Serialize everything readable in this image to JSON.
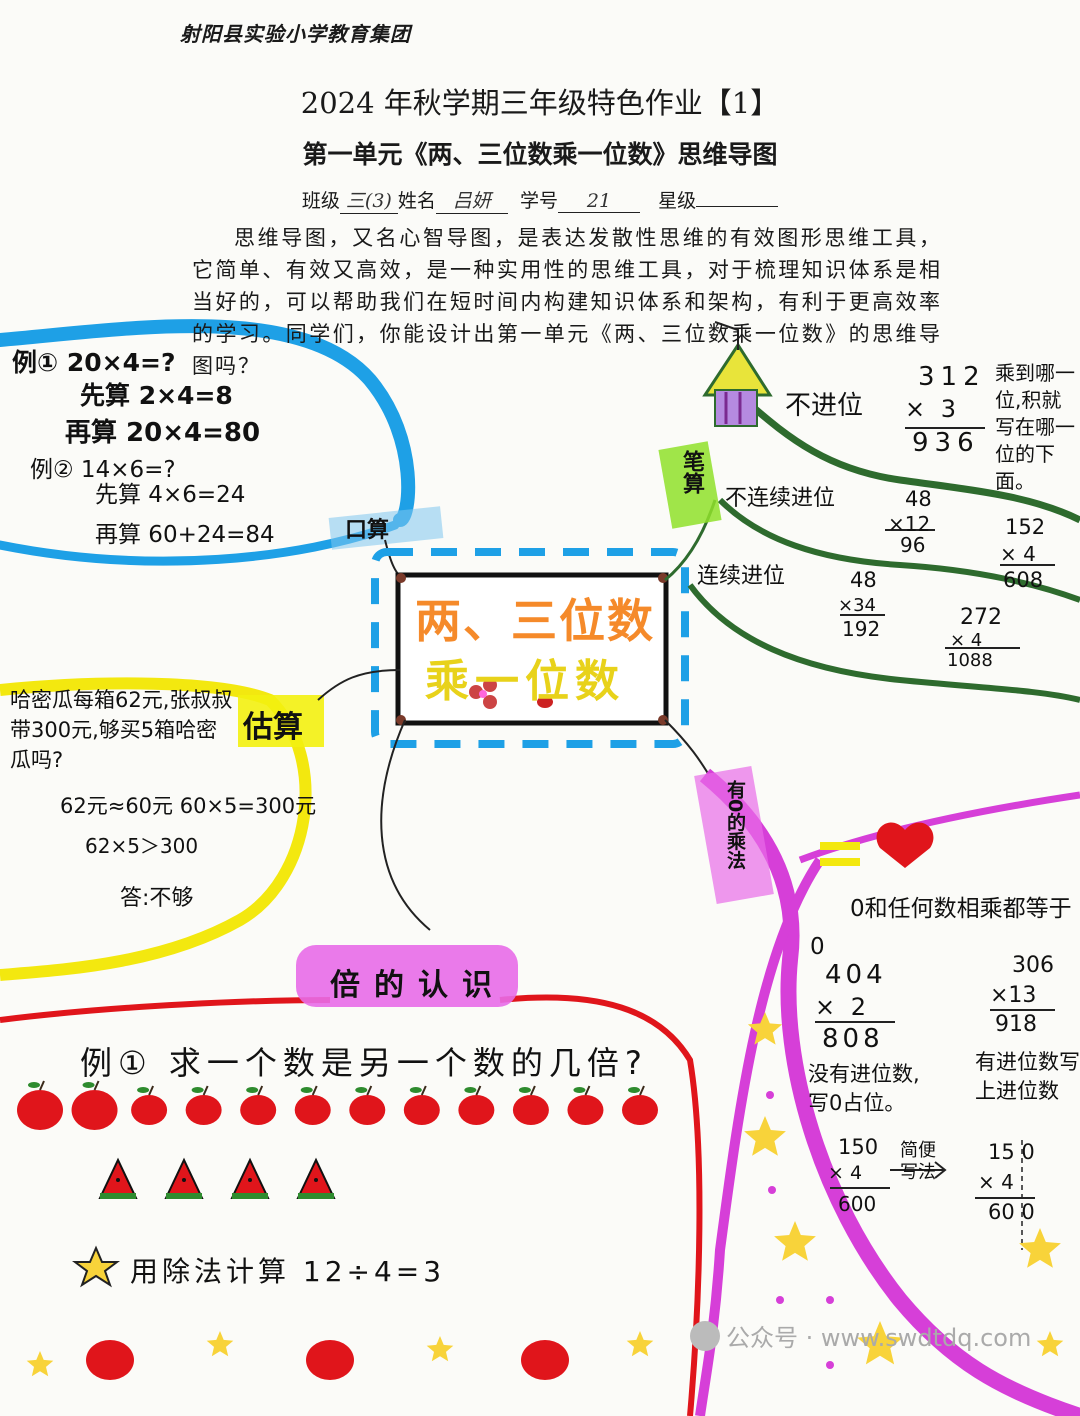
{
  "header": {
    "school": "射阳县实验小学教育集团",
    "title": "2024 年秋学期三年级特色作业【1】",
    "subtitle": "第一单元《两、三位数乘一位数》思维导图",
    "class_label": "班级",
    "class_value": "三(3)",
    "name_label": "姓名",
    "name_value": "吕妍",
    "id_label": "学号",
    "id_value": "21",
    "star_label": "星级"
  },
  "intro": "思维导图，又名心智导图，是表达发散性思维的有效图形思维工具，它简单、有效又高效，是一种实用性的思维工具，对于梳理知识体系是相当好的，可以帮助我们在短时间内构建知识体系和架构，有利于更高效率的学习。同学们，你能设计出第一单元《两、三位数乘一位数》的思维导图吗？",
  "center": {
    "line1": "两、三位数",
    "line2": "乘一位数"
  },
  "oral": {
    "label": "口算",
    "ex1": "例① 20×4=?",
    "ex1_a": "先算 2×4=8",
    "ex1_b": "再算 20×4=80",
    "ex2": "例② 14×6=?",
    "ex2_a": "先算 4×6=24",
    "ex2_b": "再算 60+24=84"
  },
  "written": {
    "label": "笔算",
    "no_carry": "不进位",
    "no_carry_calc": [
      "312",
      "×  3",
      "936"
    ],
    "no_carry_note": "乘到哪一位,积就写在哪一位的下面。",
    "not_consecutive": "不连续进位",
    "calc_a": [
      "48",
      "×12",
      "96"
    ],
    "calc_b": [
      "152",
      "×  4",
      "608"
    ],
    "consecutive": "连续进位",
    "calc_c": [
      "48",
      "×34",
      "192"
    ],
    "calc_d": [
      "272",
      "×  4",
      "1088"
    ]
  },
  "estimate": {
    "label": "估算",
    "problem": "哈密瓜每箱62元,张叔叔带300元,够买5箱哈密瓜吗?",
    "step1": "62元≈60元  60×5=300元",
    "step2": "62×5＞300",
    "answer": "答:不够"
  },
  "zero": {
    "label": "有0的乘法",
    "rule": "0和任何数相乘都等于0",
    "calc_a": [
      "404",
      "×  2",
      "808"
    ],
    "note_a": "没有进位数,写0占位。",
    "calc_b": [
      "306",
      "×13",
      "918"
    ],
    "note_b": "有进位数写上进位数",
    "calc_c": [
      "150",
      "×  4",
      "600"
    ],
    "note_c": "简便写法",
    "calc_d": [
      "15 0",
      "×  4",
      "60 0"
    ]
  },
  "times": {
    "label": "倍的认识",
    "example": "例① 求一个数是另一个数的几倍?",
    "apples": 12,
    "watermelons": 4,
    "method": "用除法计算 12÷4=3"
  },
  "watermark": "公众号 · www.swdtdq.com",
  "colors": {
    "blue": "#1ea0e6",
    "green": "#2e6b2e",
    "yellow": "#f3e80f",
    "red": "#e0151b",
    "magenta": "#d63fd8",
    "orange": "#f58a2a",
    "lime": "#8fe02a",
    "star": "#f8d33a"
  },
  "icons": [
    "pencil-icon",
    "apple-icon",
    "watermelon-icon",
    "star-icon",
    "heart-icon",
    "flower-icon"
  ]
}
